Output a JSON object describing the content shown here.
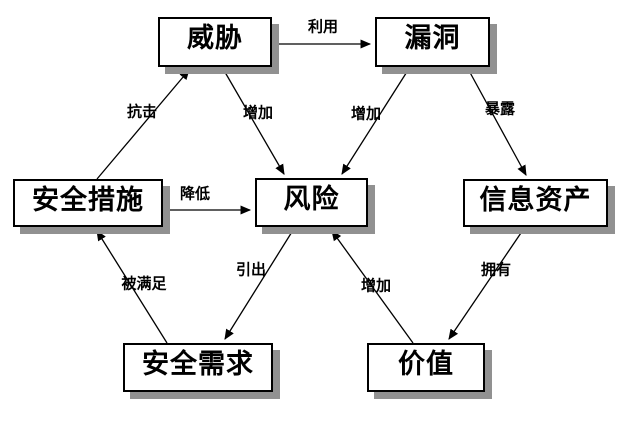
{
  "diagram": {
    "colors": {
      "background": "#ffffff",
      "box_fill": "#ffffff",
      "box_border": "#000000",
      "box_shadow": "#919191",
      "arrow": "#000000",
      "text": "#000000"
    },
    "nodes": [
      {
        "id": "threat",
        "label": "威胁"
      },
      {
        "id": "vulnerability",
        "label": "漏洞"
      },
      {
        "id": "security-measures",
        "label": "安全措施"
      },
      {
        "id": "risk",
        "label": "风险"
      },
      {
        "id": "information-assets",
        "label": "信息资产"
      },
      {
        "id": "security-requirements",
        "label": "安全需求"
      },
      {
        "id": "value",
        "label": "价值"
      }
    ],
    "edges": [
      {
        "from": "threat",
        "to": "vulnerability",
        "label": "利用"
      },
      {
        "from": "security-measures",
        "to": "threat",
        "label": "抗击"
      },
      {
        "from": "threat",
        "to": "risk",
        "label": "增加"
      },
      {
        "from": "vulnerability",
        "to": "risk",
        "label": "增加"
      },
      {
        "from": "vulnerability",
        "to": "information-assets",
        "label": "暴露"
      },
      {
        "from": "security-measures",
        "to": "risk",
        "label": "降低"
      },
      {
        "from": "security-requirements",
        "to": "security-measures",
        "label": "被满足"
      },
      {
        "from": "risk",
        "to": "security-requirements",
        "label": "引出"
      },
      {
        "from": "value",
        "to": "risk",
        "label": "增加"
      },
      {
        "from": "information-assets",
        "to": "value",
        "label": "拥有"
      }
    ]
  }
}
